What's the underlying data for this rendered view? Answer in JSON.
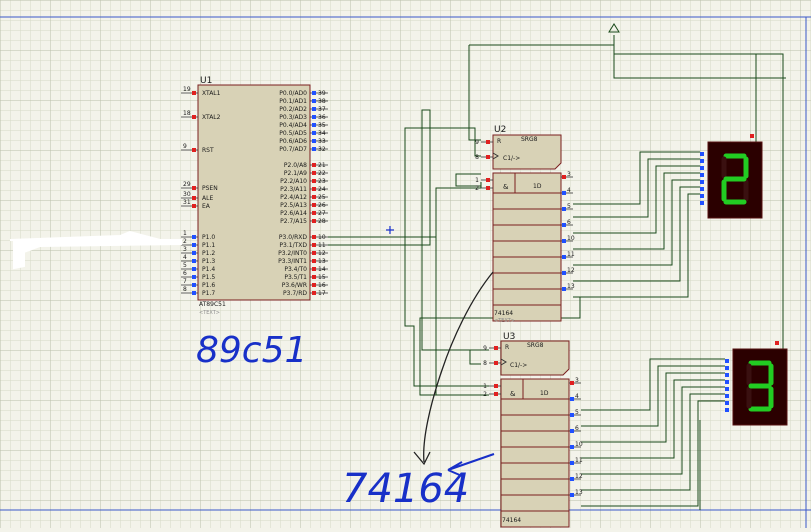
{
  "u1": {
    "ref": "U1",
    "part": "AT89C51",
    "text_tag": "<TEXT>",
    "left_pins": [
      {
        "num": "19",
        "name": "XTAL1"
      },
      {
        "num": "18",
        "name": "XTAL2"
      },
      {
        "num": "9",
        "name": "RST"
      },
      {
        "num": "29",
        "name": "PSEN"
      },
      {
        "num": "30",
        "name": "ALE"
      },
      {
        "num": "31",
        "name": "EA"
      },
      {
        "num": "1",
        "name": "P1.0"
      },
      {
        "num": "2",
        "name": "P1.1"
      },
      {
        "num": "3",
        "name": "P1.2"
      },
      {
        "num": "4",
        "name": "P1.3"
      },
      {
        "num": "5",
        "name": "P1.4"
      },
      {
        "num": "6",
        "name": "P1.5"
      },
      {
        "num": "7",
        "name": "P1.6"
      },
      {
        "num": "8",
        "name": "P1.7"
      }
    ],
    "right_pins": [
      {
        "num": "39",
        "name": "P0.0/AD0"
      },
      {
        "num": "38",
        "name": "P0.1/AD1"
      },
      {
        "num": "37",
        "name": "P0.2/AD2"
      },
      {
        "num": "36",
        "name": "P0.3/AD3"
      },
      {
        "num": "35",
        "name": "P0.4/AD4"
      },
      {
        "num": "34",
        "name": "P0.5/AD5"
      },
      {
        "num": "33",
        "name": "P0.6/AD6"
      },
      {
        "num": "32",
        "name": "P0.7/AD7"
      },
      {
        "num": "21",
        "name": "P2.0/A8"
      },
      {
        "num": "22",
        "name": "P2.1/A9"
      },
      {
        "num": "23",
        "name": "P2.2/A10"
      },
      {
        "num": "24",
        "name": "P2.3/A11"
      },
      {
        "num": "25",
        "name": "P2.4/A12"
      },
      {
        "num": "26",
        "name": "P2.5/A13"
      },
      {
        "num": "27",
        "name": "P2.6/A14"
      },
      {
        "num": "28",
        "name": "P2.7/A15"
      },
      {
        "num": "10",
        "name": "P3.0/RXD"
      },
      {
        "num": "11",
        "name": "P3.1/TXD"
      },
      {
        "num": "12",
        "name": "P3.2/INT0"
      },
      {
        "num": "13",
        "name": "P3.3/INT1"
      },
      {
        "num": "14",
        "name": "P3.4/T0"
      },
      {
        "num": "15",
        "name": "P3.5/T1"
      },
      {
        "num": "16",
        "name": "P3.6/WR"
      },
      {
        "num": "17",
        "name": "P3.7/RD"
      }
    ]
  },
  "u2": {
    "ref": "U2",
    "part": "74164",
    "header": "SRG8",
    "text_tag": "<TEXT>",
    "r_label": "R",
    "clk_label": "C1/->",
    "and_label": "&",
    "d_label": "1D",
    "left_pins": [
      "9",
      "8",
      "1",
      "2"
    ],
    "right_pins": [
      "3",
      "4",
      "5",
      "6",
      "10",
      "11",
      "12",
      "13"
    ]
  },
  "u3": {
    "ref": "U3",
    "part": "74164",
    "header": "SRG8",
    "r_label": "R",
    "clk_label": "C1/->",
    "and_label": "&",
    "d_label": "1D",
    "left_pins": [
      "9",
      "8",
      "1",
      "2"
    ],
    "right_pins": [
      "3",
      "4",
      "5",
      "6",
      "10",
      "11",
      "12",
      "13"
    ]
  },
  "display_top": {
    "digit": "2",
    "lit_color": "#22cc22",
    "case_color": "#2b0000"
  },
  "display_bottom": {
    "digit": "3",
    "lit_color": "#22cc22",
    "case_color": "#2b0000"
  },
  "annotations": {
    "mcu_note": "89c51",
    "srg_note": "74164",
    "ink_color": "#1830c8"
  },
  "colors": {
    "wire": "#1a4a1a",
    "body_fill": "#d8d2b6",
    "body_stroke": "#7a1f1f",
    "pin_red": "#e02020",
    "pin_blue": "#2050ff",
    "grid_minor": "#d8dcc8",
    "grid_major": "#b8bea8"
  }
}
